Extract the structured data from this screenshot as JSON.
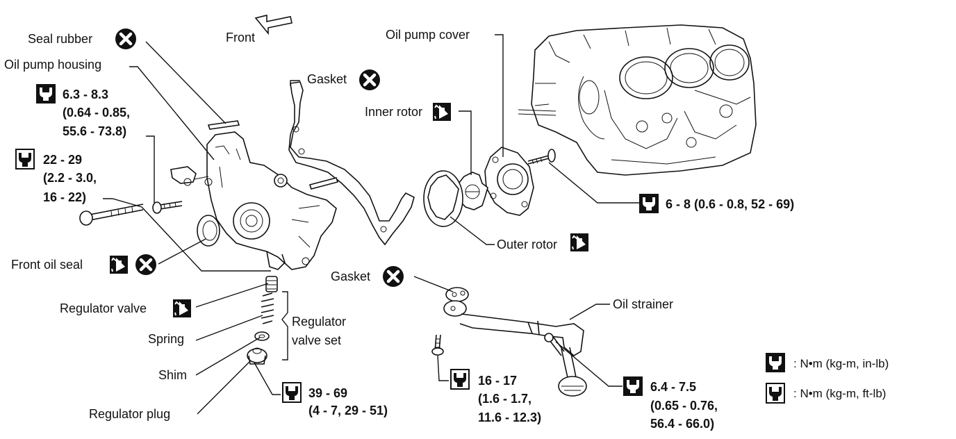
{
  "labels": {
    "front": "Front",
    "seal_rubber": "Seal rubber",
    "oil_pump_housing": "Oil pump housing",
    "gasket_top": "Gasket",
    "oil_pump_cover": "Oil pump cover",
    "inner_rotor": "Inner rotor",
    "outer_rotor": "Outer rotor",
    "front_oil_seal": "Front oil seal",
    "regulator_valve": "Regulator valve",
    "spring": "Spring",
    "regulator_valve_set_1": "Regulator",
    "regulator_valve_set_2": "valve set",
    "shim": "Shim",
    "regulator_plug": "Regulator plug",
    "gasket_bottom": "Gasket",
    "oil_strainer": "Oil strainer"
  },
  "torques": {
    "housing_bolt": [
      "6.3 - 8.3",
      "(0.64 - 0.85,",
      "55.6 - 73.8)"
    ],
    "long_bolt": [
      "22 - 29",
      "(2.2 - 3.0,",
      "16 - 22)"
    ],
    "cover_bolt": [
      "6 - 8 (0.6 - 0.8, 52 - 69)"
    ],
    "plug": [
      "39 - 69",
      "(4 - 7, 29 - 51)"
    ],
    "strainer_bolt_left": [
      "16 - 17",
      "(1.6 - 1.7,",
      "11.6 - 12.3)"
    ],
    "strainer_bolt_right": [
      "6.4 - 7.5",
      "(0.65 - 0.76,",
      "56.4 - 66.0)"
    ]
  },
  "legend": {
    "in_lb": ": N•m (kg-m, in-lb)",
    "ft_lb": ": N•m (kg-m, ft-lb)"
  },
  "icons": {
    "replace": "x-circle-icon",
    "lubricate": "oil-can-icon",
    "torque": "torque-wrench-icon"
  },
  "colors": {
    "ink": "#111111",
    "paper": "#ffffff"
  }
}
